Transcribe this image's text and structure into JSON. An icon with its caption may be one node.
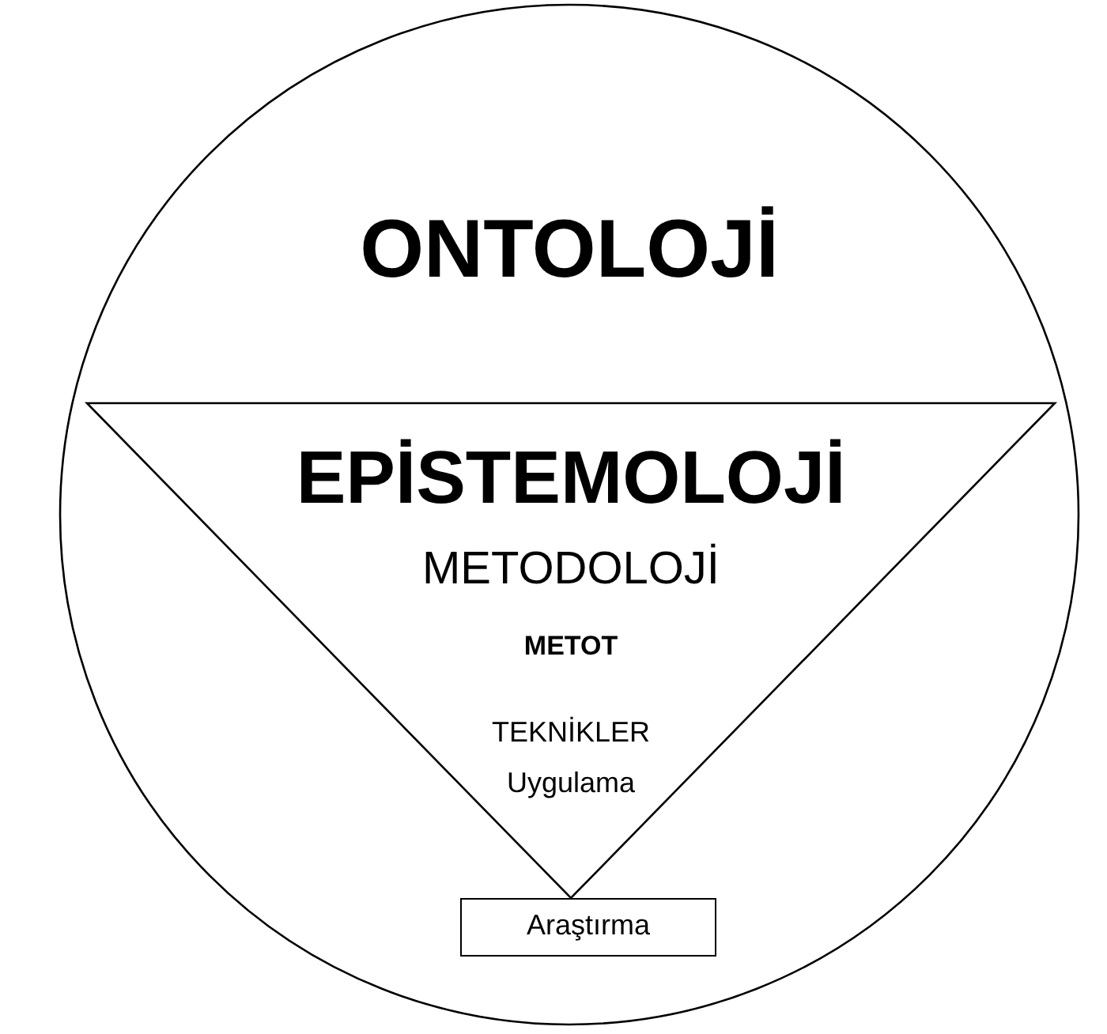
{
  "diagram": {
    "nodes": [
      {
        "text": [
          "ONTOLOJİ"
        ]
      },
      {
        "text": [
          "EPİSTEMOLOJİ",
          "METODOLOJİ",
          "METOT",
          "TEKNİKLER",
          "Uygulama"
        ],
        "in": 0
      },
      {
        "text": [
          "Araştırma"
        ],
        "in": 0
      }
    ]
  }
}
